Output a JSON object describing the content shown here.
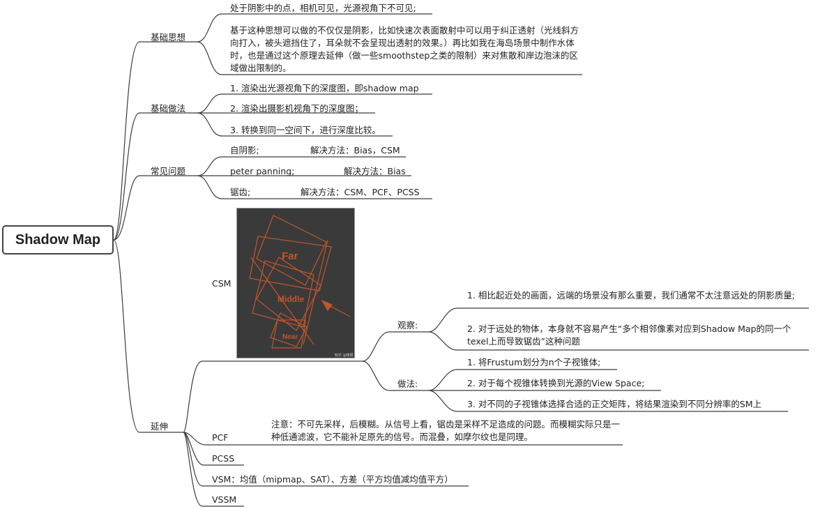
{
  "root": "Shadow Map",
  "branches": {
    "basic_idea": {
      "label": "基础思想",
      "items": [
        "处于阴影中的点，相机可见，光源视角下不可见;",
        "基于这种思想可以做的不仅仅是阴影，比如快速次表面散射中可以用于纠正透射（光线斜方向打入，被头遮挡住了，耳朵就不会呈现出透射的效果。）再比如我在海岛场景中制作水体时，也是通过这个原理去延伸（做一些smoothstep之类的限制）来对焦散和岸边泡沫的区域做出限制的。"
      ]
    },
    "basic_method": {
      "label": "基础做法",
      "items": [
        "1. 渲染出光源视角下的深度图，即shadow map",
        "2. 渲染出摄影机视角下的深度图；",
        "3. 转换到同一空间下，进行深度比较。"
      ]
    },
    "common_issues": {
      "label": "常见问题",
      "items": [
        {
          "problem": "自阴影;",
          "solution": "解决方法：Bias，CSM"
        },
        {
          "problem": "peter panning;",
          "solution": "解决方法：Bias"
        },
        {
          "problem": "锯齿;",
          "solution": "解决方法：CSM、PCF、PCSS"
        }
      ]
    },
    "extension": {
      "label": "延伸",
      "csm": {
        "label": "CSM",
        "image_labels": {
          "far": "Far",
          "middle": "Middle",
          "near": "Near",
          "watermark": "知乎 @楼颖"
        },
        "observe": {
          "label": "观察:",
          "items": [
            "1. 相比起近处的画面，远端的场景没有那么重要，我们通常不太注意远处的阴影质量;",
            "2. 对于远处的物体，本身就不容易产生“多个相邻像素对应到Shadow Map的同一个texel上而导致锯齿”这种问题"
          ]
        },
        "method": {
          "label": "做法:",
          "items": [
            "1. 将Frustum划分为n个子视锥体;",
            "2. 对于每个视锥体转换到光源的View Space;",
            "3. 对不同的子视锥体选择合适的正交矩阵，将结果渲染到不同分辨率的SM上"
          ]
        }
      },
      "pcf": {
        "label": "PCF",
        "note": "注意：不可先采样，后模糊。从信号上看，锯齿是采样不足造成的问题。而模糊实际只是一种低通滤波，它不能补足原先的信号。而混叠，如摩尔纹也是同理。"
      },
      "pcss": {
        "label": "PCSS"
      },
      "vsm": {
        "label": "VSM：均值（mipmap、SAT）、方差（平方均值减均值平方）"
      },
      "vssm": {
        "label": "VSSM"
      }
    }
  },
  "colors": {
    "line": "#3c3c3c",
    "image_bg": "#3a3a3a",
    "image_stroke": "#c2562a"
  }
}
